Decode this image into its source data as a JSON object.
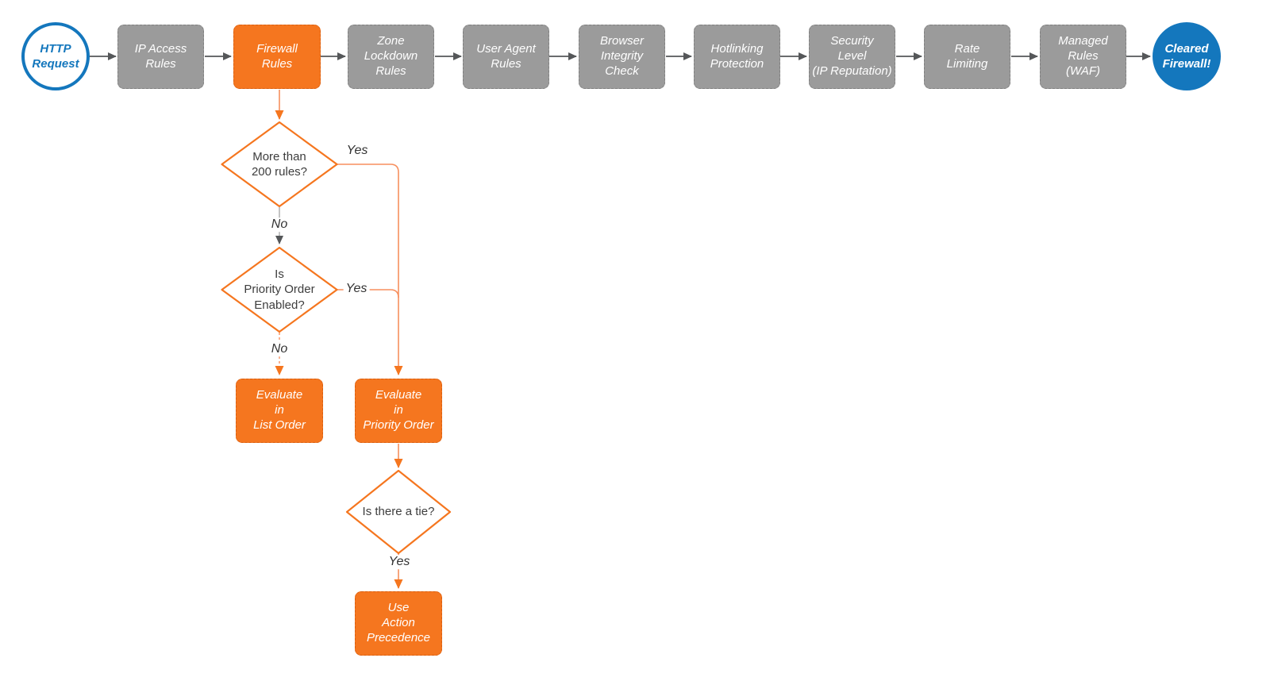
{
  "title": "Firewall rules evaluation flowchart",
  "colors": {
    "orange": "#f5761f",
    "orange_line": "#f78f5e",
    "gray_fill": "#9b9b9b",
    "gray_border": "#7f7f7f",
    "gray_line": "#555759",
    "gray_line_light": "#b5b5b5",
    "blue": "#1477bd",
    "text_dark": "#3d3d3d",
    "label_dark": "#333333"
  },
  "start": {
    "label": "HTTP\nRequest"
  },
  "end": {
    "label": "Cleared\nFirewall!"
  },
  "pipeline": [
    {
      "label": "IP Access\nRules"
    },
    {
      "label": "Firewall\nRules",
      "highlight": true
    },
    {
      "label": "Zone\nLockdown\nRules"
    },
    {
      "label": "User Agent\nRules"
    },
    {
      "label": "Browser\nIntegrity\nCheck"
    },
    {
      "label": "Hotlinking\nProtection"
    },
    {
      "label": "Security\nLevel\n(IP Reputation)"
    },
    {
      "label": "Rate\nLimiting"
    },
    {
      "label": "Managed\nRules\n(WAF)"
    }
  ],
  "decisions": [
    {
      "label": "More than\n200 rules?"
    },
    {
      "label": "Is\nPriority Order\nEnabled?"
    },
    {
      "label": "Is there a tie?"
    }
  ],
  "actions": [
    {
      "label": "Evaluate\nin\nList Order"
    },
    {
      "label": "Evaluate\nin\nPriority Order"
    },
    {
      "label": "Use\nAction\nPrecedence"
    }
  ],
  "edge_labels": {
    "yes1": "Yes",
    "no1": "No",
    "yes2": "Yes",
    "no2": "No",
    "yes3": "Yes"
  }
}
